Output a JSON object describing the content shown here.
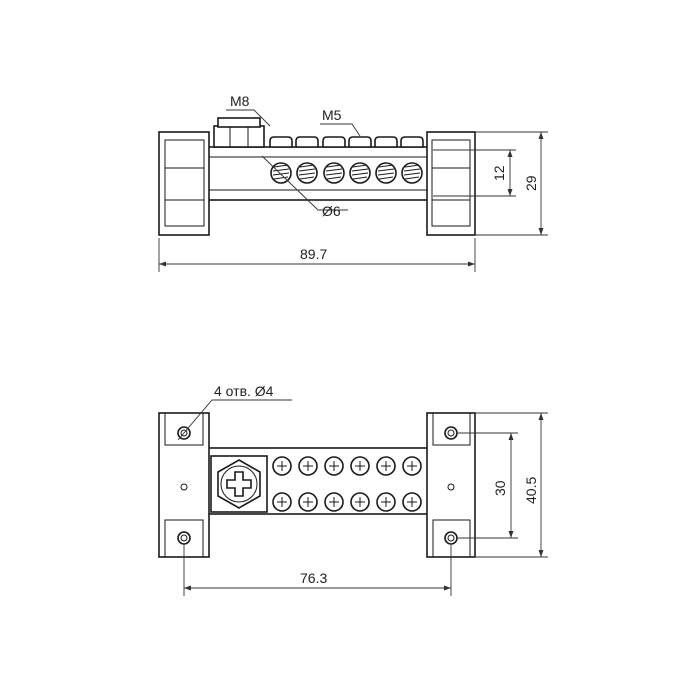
{
  "side_view": {
    "labels": {
      "bolt": "M8",
      "screws": "M5",
      "hole": "Ø6",
      "length": "89.7",
      "hole_height": "12",
      "height": "29"
    }
  },
  "top_view": {
    "labels": {
      "mounting_holes": "4 отв. Ø4",
      "hole_spacing": "76.3",
      "hole_pitch": "30",
      "width": "40.5"
    }
  },
  "colors": {
    "line": "#1a1a1a",
    "background": "#ffffff"
  }
}
